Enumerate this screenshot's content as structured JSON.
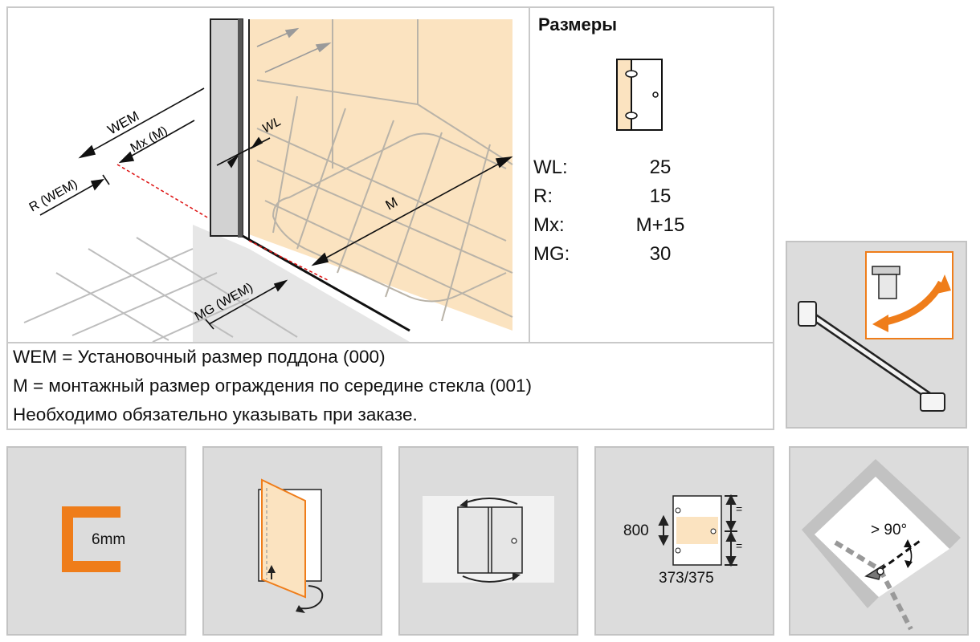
{
  "dimensions": {
    "title": "Размеры",
    "rows": [
      {
        "key": "WL:",
        "value": "25"
      },
      {
        "key": "R:",
        "value": "15"
      },
      {
        "key": "Mx:",
        "value": "M+15"
      },
      {
        "key": "MG:",
        "value": "30"
      }
    ]
  },
  "drawing_labels": {
    "wem": "WEM",
    "mx": "Mx (M)",
    "r": "R (WEM)",
    "wl": "WL",
    "m": "M",
    "mg": "MG (WEM)"
  },
  "legend": {
    "line1": "WEM = Установочный размер поддона (000)",
    "line2": "M = монтажный размер ограждения по середине стекла (001)",
    "line3": "Необходимо обязательно указывать при заказе."
  },
  "tiles": {
    "glass_thickness": "6mm",
    "height_value": "800",
    "width_range": "373/375",
    "equal_mark": "=",
    "angle_label": "> 90°"
  },
  "colors": {
    "glass_fill": "#fbe3c0",
    "accent_orange": "#ef7d1a",
    "frame_gray": "#c9c9c9"
  },
  "icons": [
    "reversible-door-icon",
    "stabilizer-bar-icon",
    "rotation-arrow-icon",
    "fold-arrow-icon",
    "hinge-icon"
  ]
}
